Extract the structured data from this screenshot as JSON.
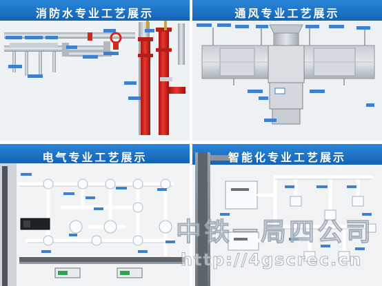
{
  "panels": [
    {
      "title": "消防水专业工艺展示"
    },
    {
      "title": "通风专业工艺展示"
    },
    {
      "title": "电气专业工艺展示"
    },
    {
      "title": "智能化专业工艺展示"
    }
  ],
  "watermark": {
    "company": "中铁一局四公司",
    "url": "http://4gscrec.cn"
  },
  "colors": {
    "banner_blue": "#1a73c9",
    "fire_pipe_red": "#d6241e",
    "galvanized_steel": "#b9c2c9",
    "board_white": "#f3f5f6"
  }
}
